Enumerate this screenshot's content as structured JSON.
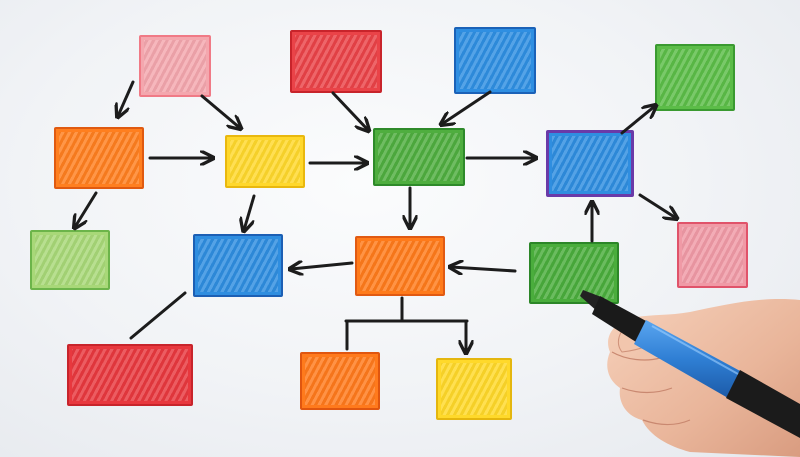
{
  "scene": {
    "description_free": true,
    "colors": {
      "background": "#f4f6f8",
      "marker": "#1c1c1c",
      "red": "#e53a3f",
      "pink": "#f0a0a6",
      "orange": "#ff7c1c",
      "yellow": "#ffd92a",
      "green": "#4aad3c",
      "light_green": "#9ed36c",
      "blue": "#2e8ee0",
      "purple_outline": "#6a3aa8",
      "pen_blue": "#2f7fd4"
    },
    "boxes": [
      {
        "id": "pink-top",
        "color": "pink"
      },
      {
        "id": "red-top",
        "color": "red"
      },
      {
        "id": "blue-top",
        "color": "blue"
      },
      {
        "id": "green-top-right",
        "color": "green"
      },
      {
        "id": "orange-left",
        "color": "orange"
      },
      {
        "id": "yellow-mid",
        "color": "yellow"
      },
      {
        "id": "green-center",
        "color": "green"
      },
      {
        "id": "blue-purple",
        "color": "blue"
      },
      {
        "id": "light-green-left",
        "color": "light_green"
      },
      {
        "id": "blue-mid",
        "color": "blue"
      },
      {
        "id": "orange-center",
        "color": "orange"
      },
      {
        "id": "green-right",
        "color": "green"
      },
      {
        "id": "pink-right",
        "color": "pink"
      },
      {
        "id": "red-bottom",
        "color": "red"
      },
      {
        "id": "orange-bottom",
        "color": "orange"
      },
      {
        "id": "yellow-bottom",
        "color": "yellow"
      }
    ],
    "objects": [
      "hand",
      "marker-pen"
    ]
  }
}
